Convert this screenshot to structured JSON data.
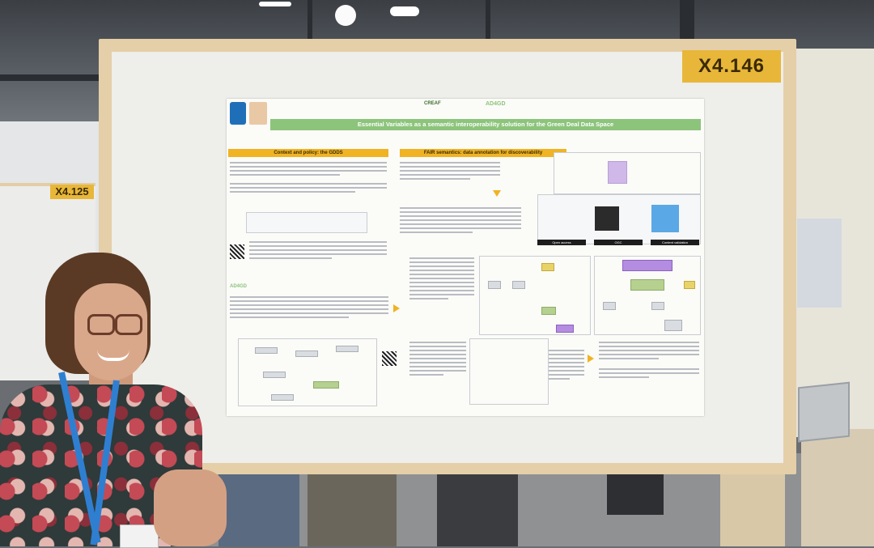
{
  "signs": {
    "board_number": "X4.146",
    "left_board_number": "X4.125"
  },
  "poster": {
    "title": "Essential Variables as a semantic interoperability solution for the Green Deal Data Space",
    "logos": [
      "CREAF",
      "AD4GD"
    ],
    "sections": {
      "left_heading": "Context and policy: the GDDS",
      "right_heading": "FAIR semantics: data annotation for discoverability"
    },
    "diagram_labels": [
      "Open access",
      "OGC",
      "Content validation"
    ]
  },
  "colors": {
    "title_bar": "#8cc47b",
    "heading": "#f0b323",
    "sign": "#e8b73a"
  }
}
